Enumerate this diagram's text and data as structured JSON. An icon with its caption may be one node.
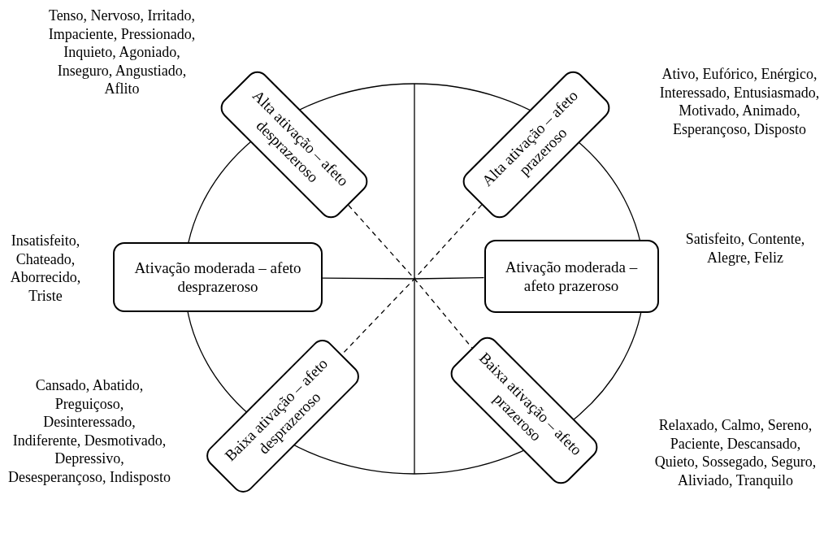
{
  "diagram": {
    "nodes": [
      {
        "text": [
          "Alta ativação – afeto desprazeroso"
        ],
        "beside": [
          "Tenso, Nervoso, Irritado, Impaciente, Pressionado, Inquieto, Agoniado, Inseguro, Angustiado, Aflito"
        ]
      },
      {
        "text": [
          "Alta ativação – afeto prazeroso"
        ],
        "beside": [
          "Ativo, Eufórico, Enérgico, Interessado, Entusiasmado, Motivado, Animado, Esperançoso, Disposto"
        ]
      },
      {
        "text": [
          "Ativação moderada – afeto desprazeroso"
        ],
        "beside": [
          "Insatisfeito, Chateado, Aborrecido, Triste"
        ]
      },
      {
        "text": [
          "Ativação moderada – afeto prazeroso"
        ],
        "beside": [
          "Satisfeito, Contente, Alegre, Feliz"
        ]
      },
      {
        "text": [
          "Baixa ativação – afeto desprazeroso"
        ],
        "beside": [
          "Cansado, Abatido, Preguiçoso, Desinteressado, Indiferente, Desmotivado, Depressivo, Desesperançoso, Indisposto"
        ]
      },
      {
        "text": [
          "Baixa ativação – afeto prazeroso"
        ],
        "beside": [
          "Relaxado, Calmo, Sereno, Paciente, Descansado, Quieto, Sossegado, Seguro, Aliviado, Tranquilo"
        ]
      }
    ],
    "edges": [
      {
        "from": 0,
        "to": 5,
        "arrow": "none",
        "style": "dashed"
      },
      {
        "from": 1,
        "to": 4,
        "arrow": "none",
        "style": "dashed"
      },
      {
        "from": 2,
        "to": 3,
        "arrow": "none"
      }
    ]
  }
}
